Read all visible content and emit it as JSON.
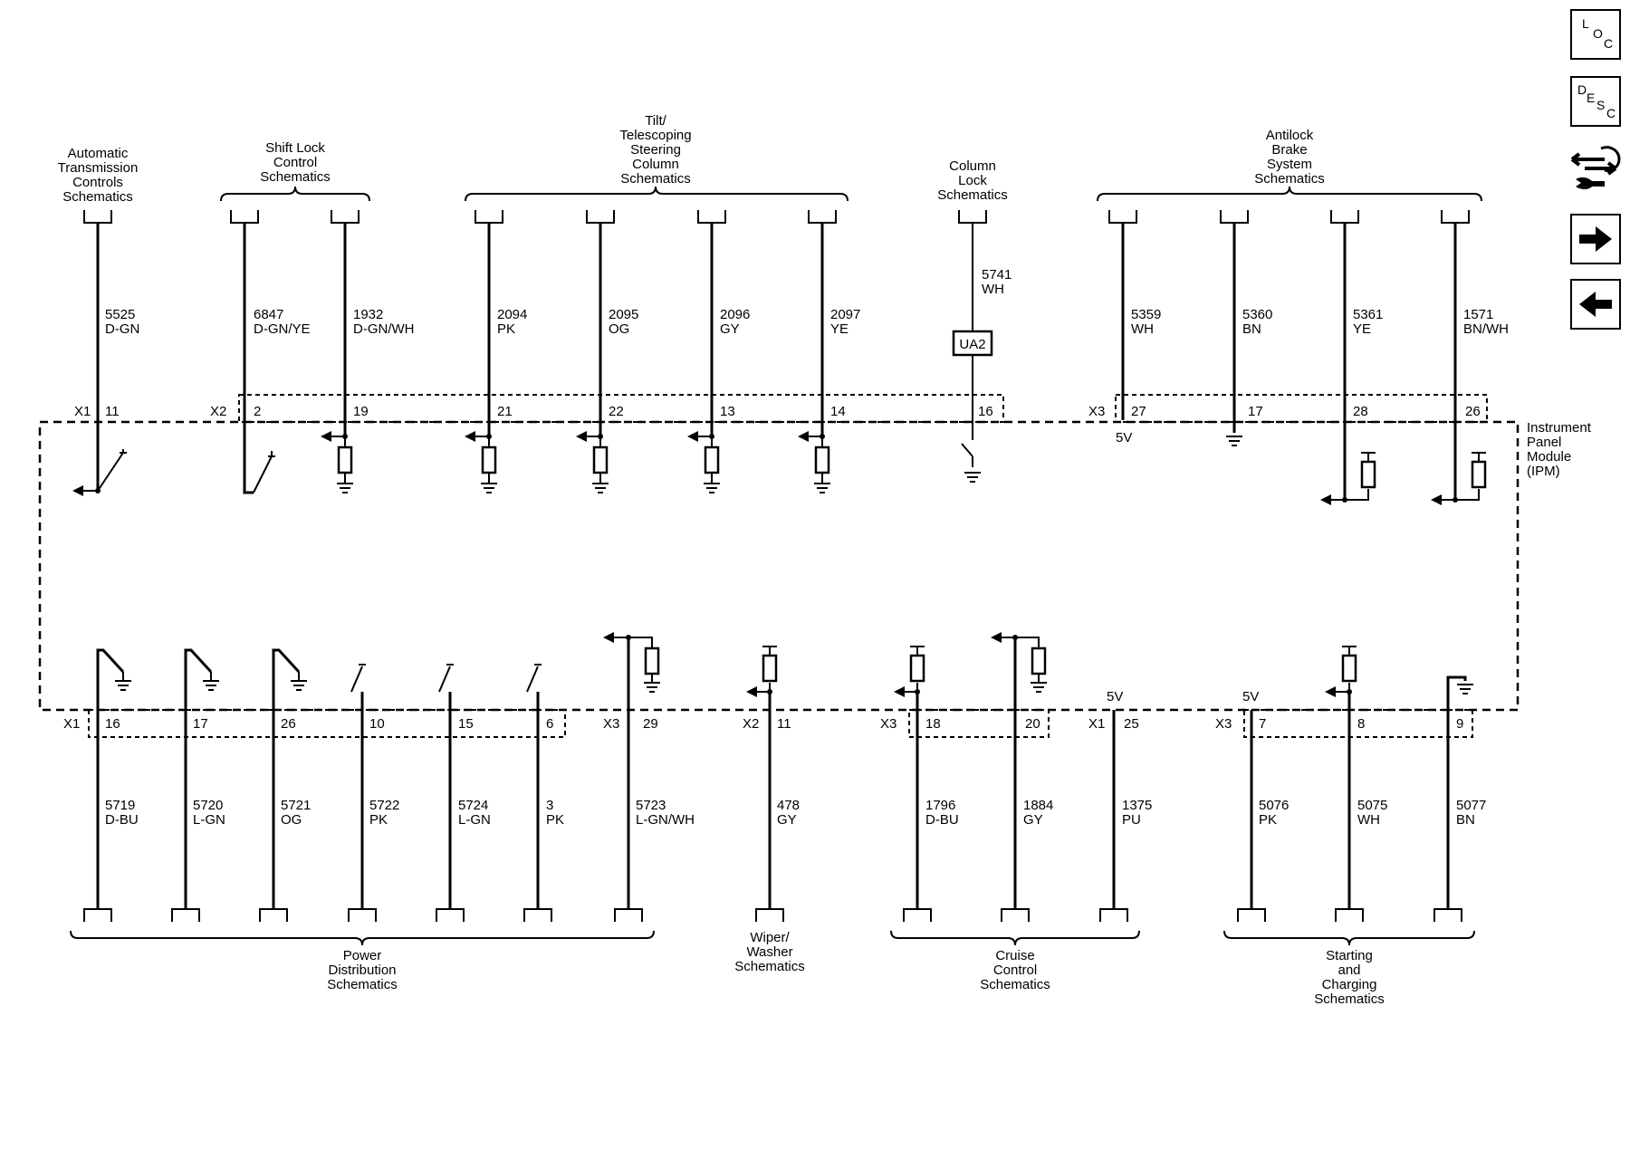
{
  "nav": {
    "loc": {
      "l1": "L",
      "l2": "O",
      "l3": "C",
      "icon": "loc-icon"
    },
    "desc": {
      "l1": "D",
      "l2": "E",
      "l3": "S",
      "l4": "C",
      "icon": "desc-icon"
    },
    "tools_icon": "connector-wrench-icon",
    "next_icon": "arrow-right-icon",
    "prev_icon": "arrow-left-icon"
  },
  "module": {
    "name_lines": [
      "Instrument",
      "Panel",
      "Module",
      "(IPM)"
    ]
  },
  "top_groups": [
    {
      "title_lines": [
        "Automatic",
        "Transmission",
        "Controls",
        "Schematics"
      ]
    },
    {
      "title_lines": [
        "Shift Lock",
        "Control",
        "Schematics"
      ]
    },
    {
      "title_lines": [
        "Tilt/",
        "Telescoping",
        "Steering",
        "Column",
        "Schematics"
      ]
    },
    {
      "title_lines": [
        "Column",
        "Lock",
        "Schematics"
      ]
    },
    {
      "title_lines": [
        "Antilock",
        "Brake",
        "System",
        "Schematics"
      ]
    }
  ],
  "bottom_groups": [
    {
      "title_lines": [
        "Power",
        "Distribution",
        "Schematics"
      ]
    },
    {
      "title_lines": [
        "Wiper/",
        "Washer",
        "Schematics"
      ]
    },
    {
      "title_lines": [
        "Cruise",
        "Control",
        "Schematics"
      ]
    },
    {
      "title_lines": [
        "Starting",
        "and",
        "Charging",
        "Schematics"
      ]
    }
  ],
  "top_connectors": [
    "X1",
    "X2",
    "X3"
  ],
  "bottom_connectors": [
    "X1",
    "X3",
    "X2",
    "X3",
    "X1",
    "X3"
  ],
  "top_wires": [
    {
      "circuit": "5525",
      "color": "D-GN",
      "pin": "11"
    },
    {
      "circuit": "6847",
      "color": "D-GN/YE",
      "pin": "2"
    },
    {
      "circuit": "1932",
      "color": "D-GN/WH",
      "pin": "19"
    },
    {
      "circuit": "2094",
      "color": "PK",
      "pin": "21"
    },
    {
      "circuit": "2095",
      "color": "OG",
      "pin": "22"
    },
    {
      "circuit": "2096",
      "color": "GY",
      "pin": "13"
    },
    {
      "circuit": "2097",
      "color": "YE",
      "pin": "14"
    },
    {
      "circuit": "5741",
      "color": "WH",
      "pin": "16",
      "splice": "UA2"
    },
    {
      "circuit": "5359",
      "color": "WH",
      "pin": "27",
      "voltage": "5V"
    },
    {
      "circuit": "5360",
      "color": "BN",
      "pin": "17"
    },
    {
      "circuit": "5361",
      "color": "YE",
      "pin": "28"
    },
    {
      "circuit": "1571",
      "color": "BN/WH",
      "pin": "26"
    }
  ],
  "bottom_wires": [
    {
      "circuit": "5719",
      "color": "D-BU",
      "pin": "16"
    },
    {
      "circuit": "5720",
      "color": "L-GN",
      "pin": "17"
    },
    {
      "circuit": "5721",
      "color": "OG",
      "pin": "26"
    },
    {
      "circuit": "5722",
      "color": "PK",
      "pin": "10"
    },
    {
      "circuit": "5724",
      "color": "L-GN",
      "pin": "15"
    },
    {
      "circuit": "3",
      "color": "PK",
      "pin": "6"
    },
    {
      "circuit": "5723",
      "color": "L-GN/WH",
      "pin": "29"
    },
    {
      "circuit": "478",
      "color": "GY",
      "pin": "11"
    },
    {
      "circuit": "1796",
      "color": "D-BU",
      "pin": "18"
    },
    {
      "circuit": "1884",
      "color": "GY",
      "pin": "20"
    },
    {
      "circuit": "1375",
      "color": "PU",
      "pin": "25",
      "voltage": "5V"
    },
    {
      "circuit": "5076",
      "color": "PK",
      "pin": "7",
      "voltage": "5V"
    },
    {
      "circuit": "5075",
      "color": "WH",
      "pin": "8"
    },
    {
      "circuit": "5077",
      "color": "BN",
      "pin": "9"
    }
  ],
  "x3_bottom_label": "X3"
}
